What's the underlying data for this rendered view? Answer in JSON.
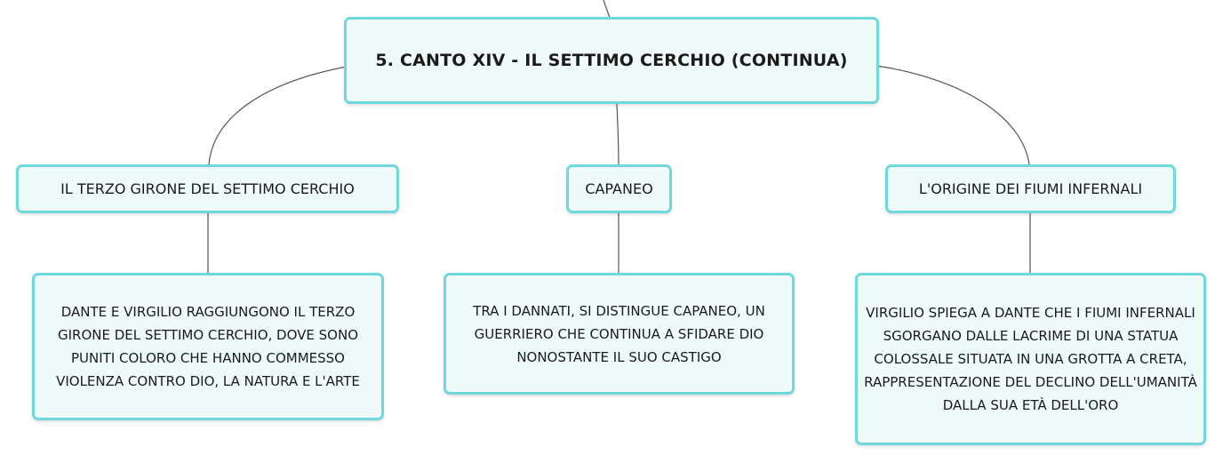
{
  "root": {
    "title": "5. CANTO XIV - IL SETTIMO CERCHIO (CONTINUA)"
  },
  "topics": [
    {
      "label": "IL TERZO GIRONE DEL SETTIMO CERCHIO",
      "detail": "DANTE E VIRGILIO RAGGIUNGONO IL TERZO GIRONE DEL SETTIMO CERCHIO, DOVE SONO PUNITI COLORO CHE HANNO COMMESSO VIOLENZA CONTRO DIO, LA NATURA E L'ARTE"
    },
    {
      "label": "CAPANEO",
      "detail": "TRA I DANNATI, SI DISTINGUE CAPANEO, UN GUERRIERO CHE CONTINUA A SFIDARE DIO NONOSTANTE IL SUO CASTIGO"
    },
    {
      "label": "L'ORIGINE DEI FIUMI INFERNALI",
      "detail": "VIRGILIO SPIEGA A DANTE CHE I FIUMI INFERNALI SGORGANO DALLE LACRIME DI UNA STATUA COLOSSALE SITUATA IN UNA GROTTA A CRETA, RAPPRESENTAZIONE DEL DECLINO DELL'UMANITÀ DALLA SUA ETÀ DELL'ORO"
    }
  ],
  "colors": {
    "node_border": "#6fd8dc",
    "node_fill": "#effbfb",
    "connector": "#555555"
  }
}
